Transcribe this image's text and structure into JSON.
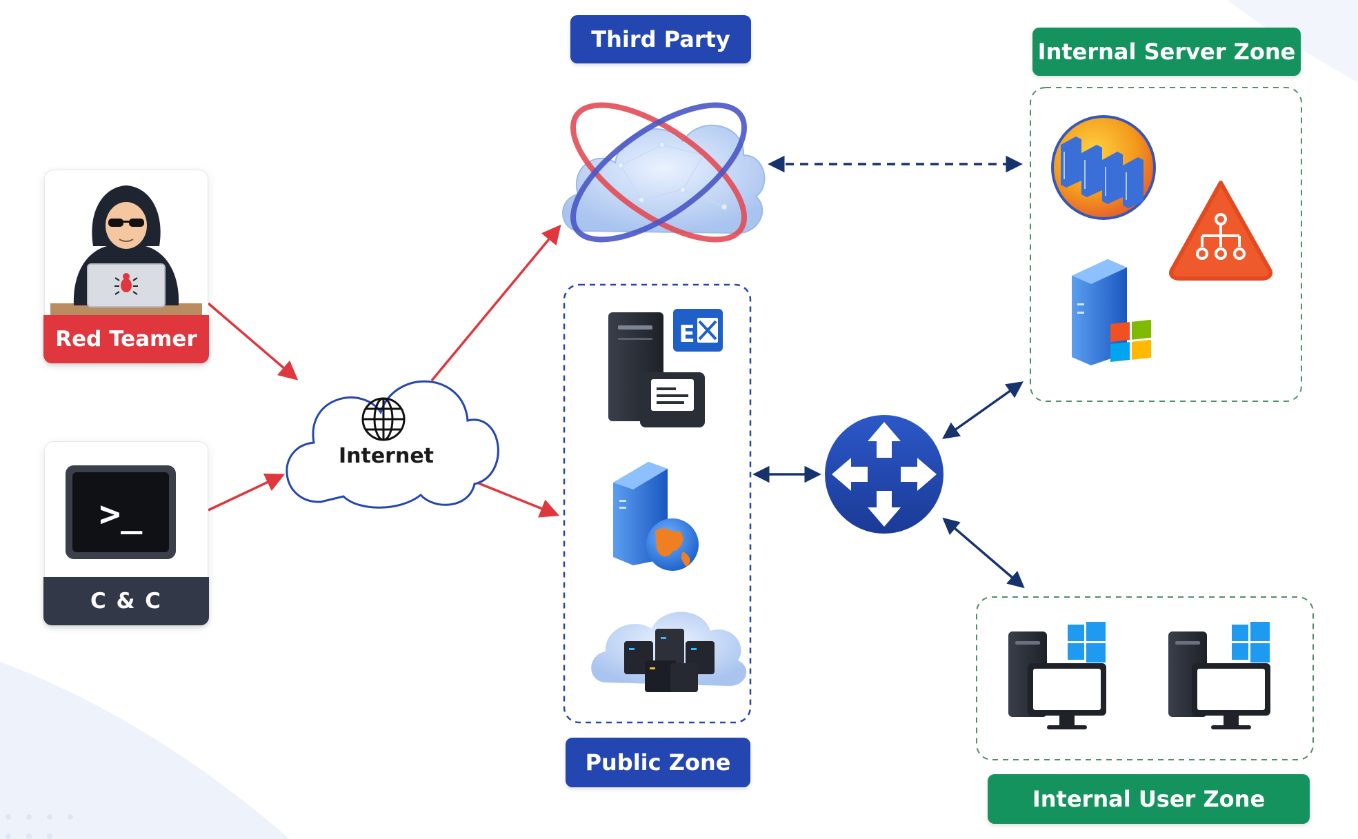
{
  "labels": {
    "third_party": "Third Party",
    "internal_server_zone": "Internal Server Zone",
    "red_teamer": "Red Teamer",
    "cnc": "C & C",
    "internet": "Internet",
    "public_zone": "Public Zone",
    "internal_user_zone": "Internal User Zone"
  },
  "icons": {
    "exchange_letter": "E",
    "terminal_prompt": ">_"
  },
  "colors": {
    "zone_blue": "#2346b0",
    "zone_green": "#15935e",
    "attack_red": "#e0363d",
    "cnc_dark": "#323848",
    "link_navy": "#17336e"
  }
}
